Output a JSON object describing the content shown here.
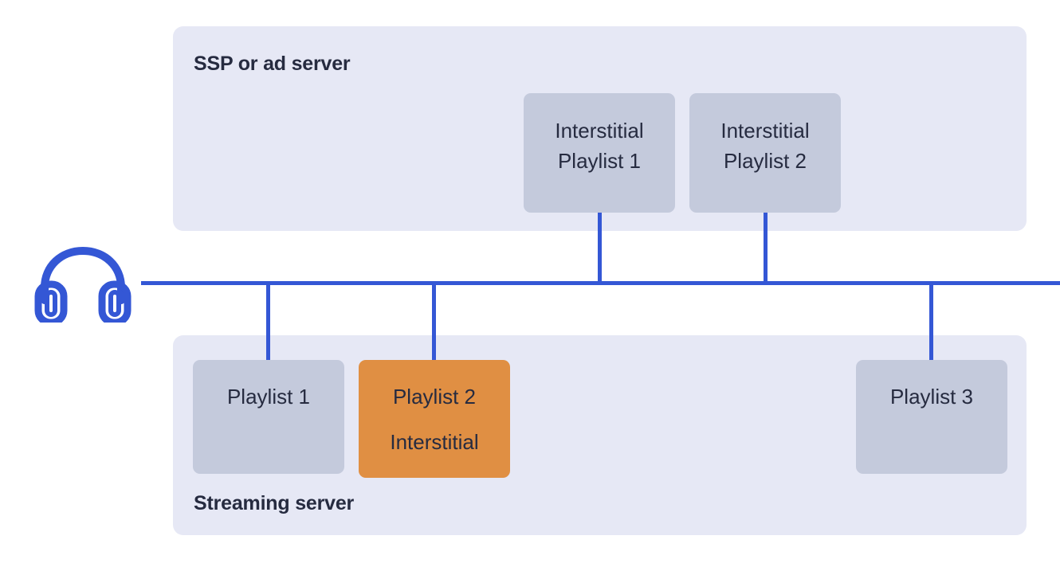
{
  "diagram": {
    "title_ssp": "SSP or ad server",
    "title_streaming": "Streaming server",
    "listener_icon": "headphones-icon",
    "colors": {
      "panel_background": "#e6e8f5",
      "node_fill": "#c4cadc",
      "highlight_fill": "#e08f43",
      "connector": "#3457d5",
      "text": "#262b40",
      "page_background": "#ffffff"
    },
    "ssp_nodes": [
      {
        "id": "interstitial-playlist-1",
        "line1": "Interstitial",
        "line2": "Playlist 1"
      },
      {
        "id": "interstitial-playlist-2",
        "line1": "Interstitial",
        "line2": "Playlist 2"
      }
    ],
    "streaming_nodes": [
      {
        "id": "playlist-1",
        "line1": "Playlist 1",
        "line2": ""
      },
      {
        "id": "playlist-2",
        "line1": "Playlist 2",
        "line2": "Interstitial"
      },
      {
        "id": "playlist-3",
        "line1": "Playlist 3",
        "line2": ""
      }
    ]
  }
}
